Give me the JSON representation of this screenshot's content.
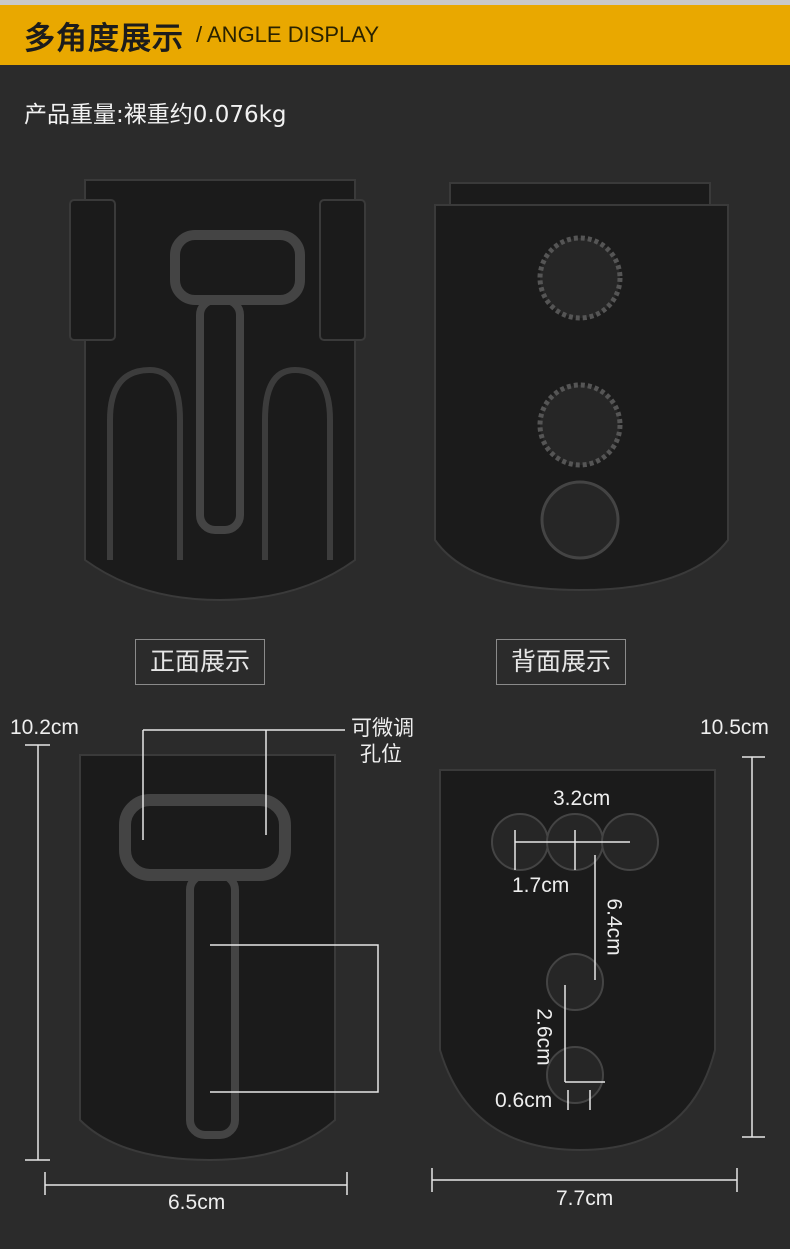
{
  "header": {
    "title_cn": "多角度展示",
    "title_en": "/ ANGLE DISPLAY"
  },
  "weight_text": "产品重量:裸重约0.076kg",
  "views": {
    "front": "正面展示",
    "back": "背面展示"
  },
  "dimensions": {
    "front_height": "10.2cm",
    "front_width": "6.5cm",
    "adjustable_holes": "可微调\n孔位",
    "adjustable_l1": "可微调",
    "adjustable_l2": "孔位",
    "back_height": "10.5cm",
    "back_width": "7.7cm",
    "hole_span": "3.2cm",
    "hole_gap": "1.7cm",
    "vertical_span": "6.4cm",
    "lower_span": "2.6cm",
    "bottom_offset": "0.6cm"
  },
  "colors": {
    "banner": "#e9a800",
    "background": "#2b2b2b"
  }
}
